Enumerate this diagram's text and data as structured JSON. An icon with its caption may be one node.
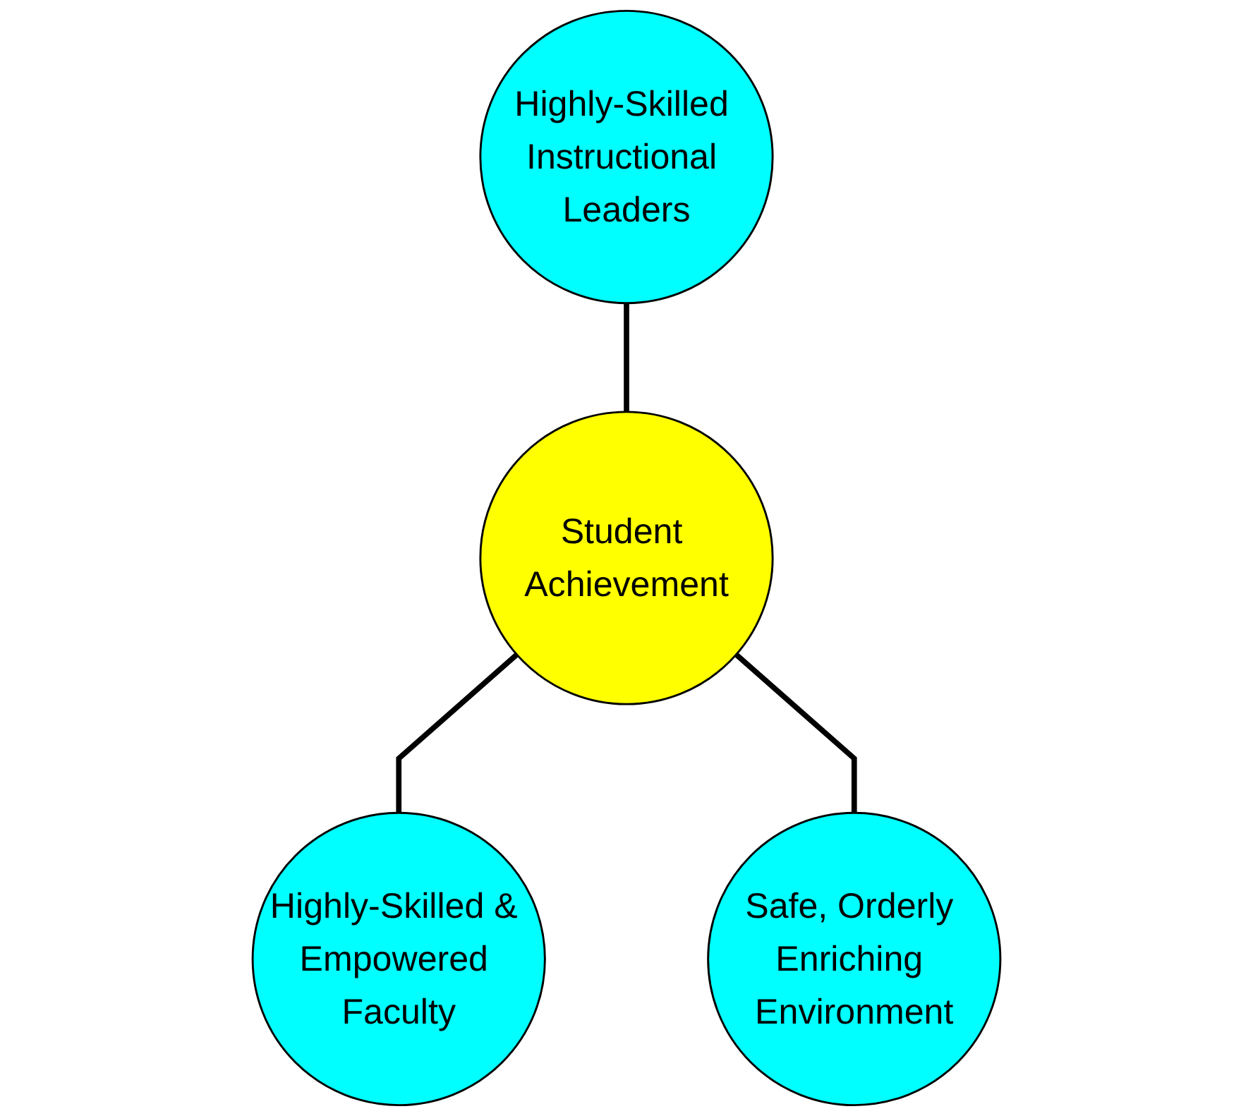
{
  "diagram": {
    "nodes": [
      {
        "text": [
          "Highly-Skilled Instructional Leaders"
        ]
      },
      {
        "text": [
          "Student Achievement"
        ]
      },
      {
        "text": [
          "Highly-Skilled & Empowered Faculty"
        ]
      },
      {
        "text": [
          "Safe, Orderly Enriching Environment"
        ]
      }
    ],
    "edges": [
      {
        "from": 0,
        "to": 1,
        "arrow": "none"
      },
      {
        "from": 1,
        "to": 2,
        "arrow": "none"
      },
      {
        "from": 1,
        "to": 3,
        "arrow": "none"
      }
    ]
  }
}
